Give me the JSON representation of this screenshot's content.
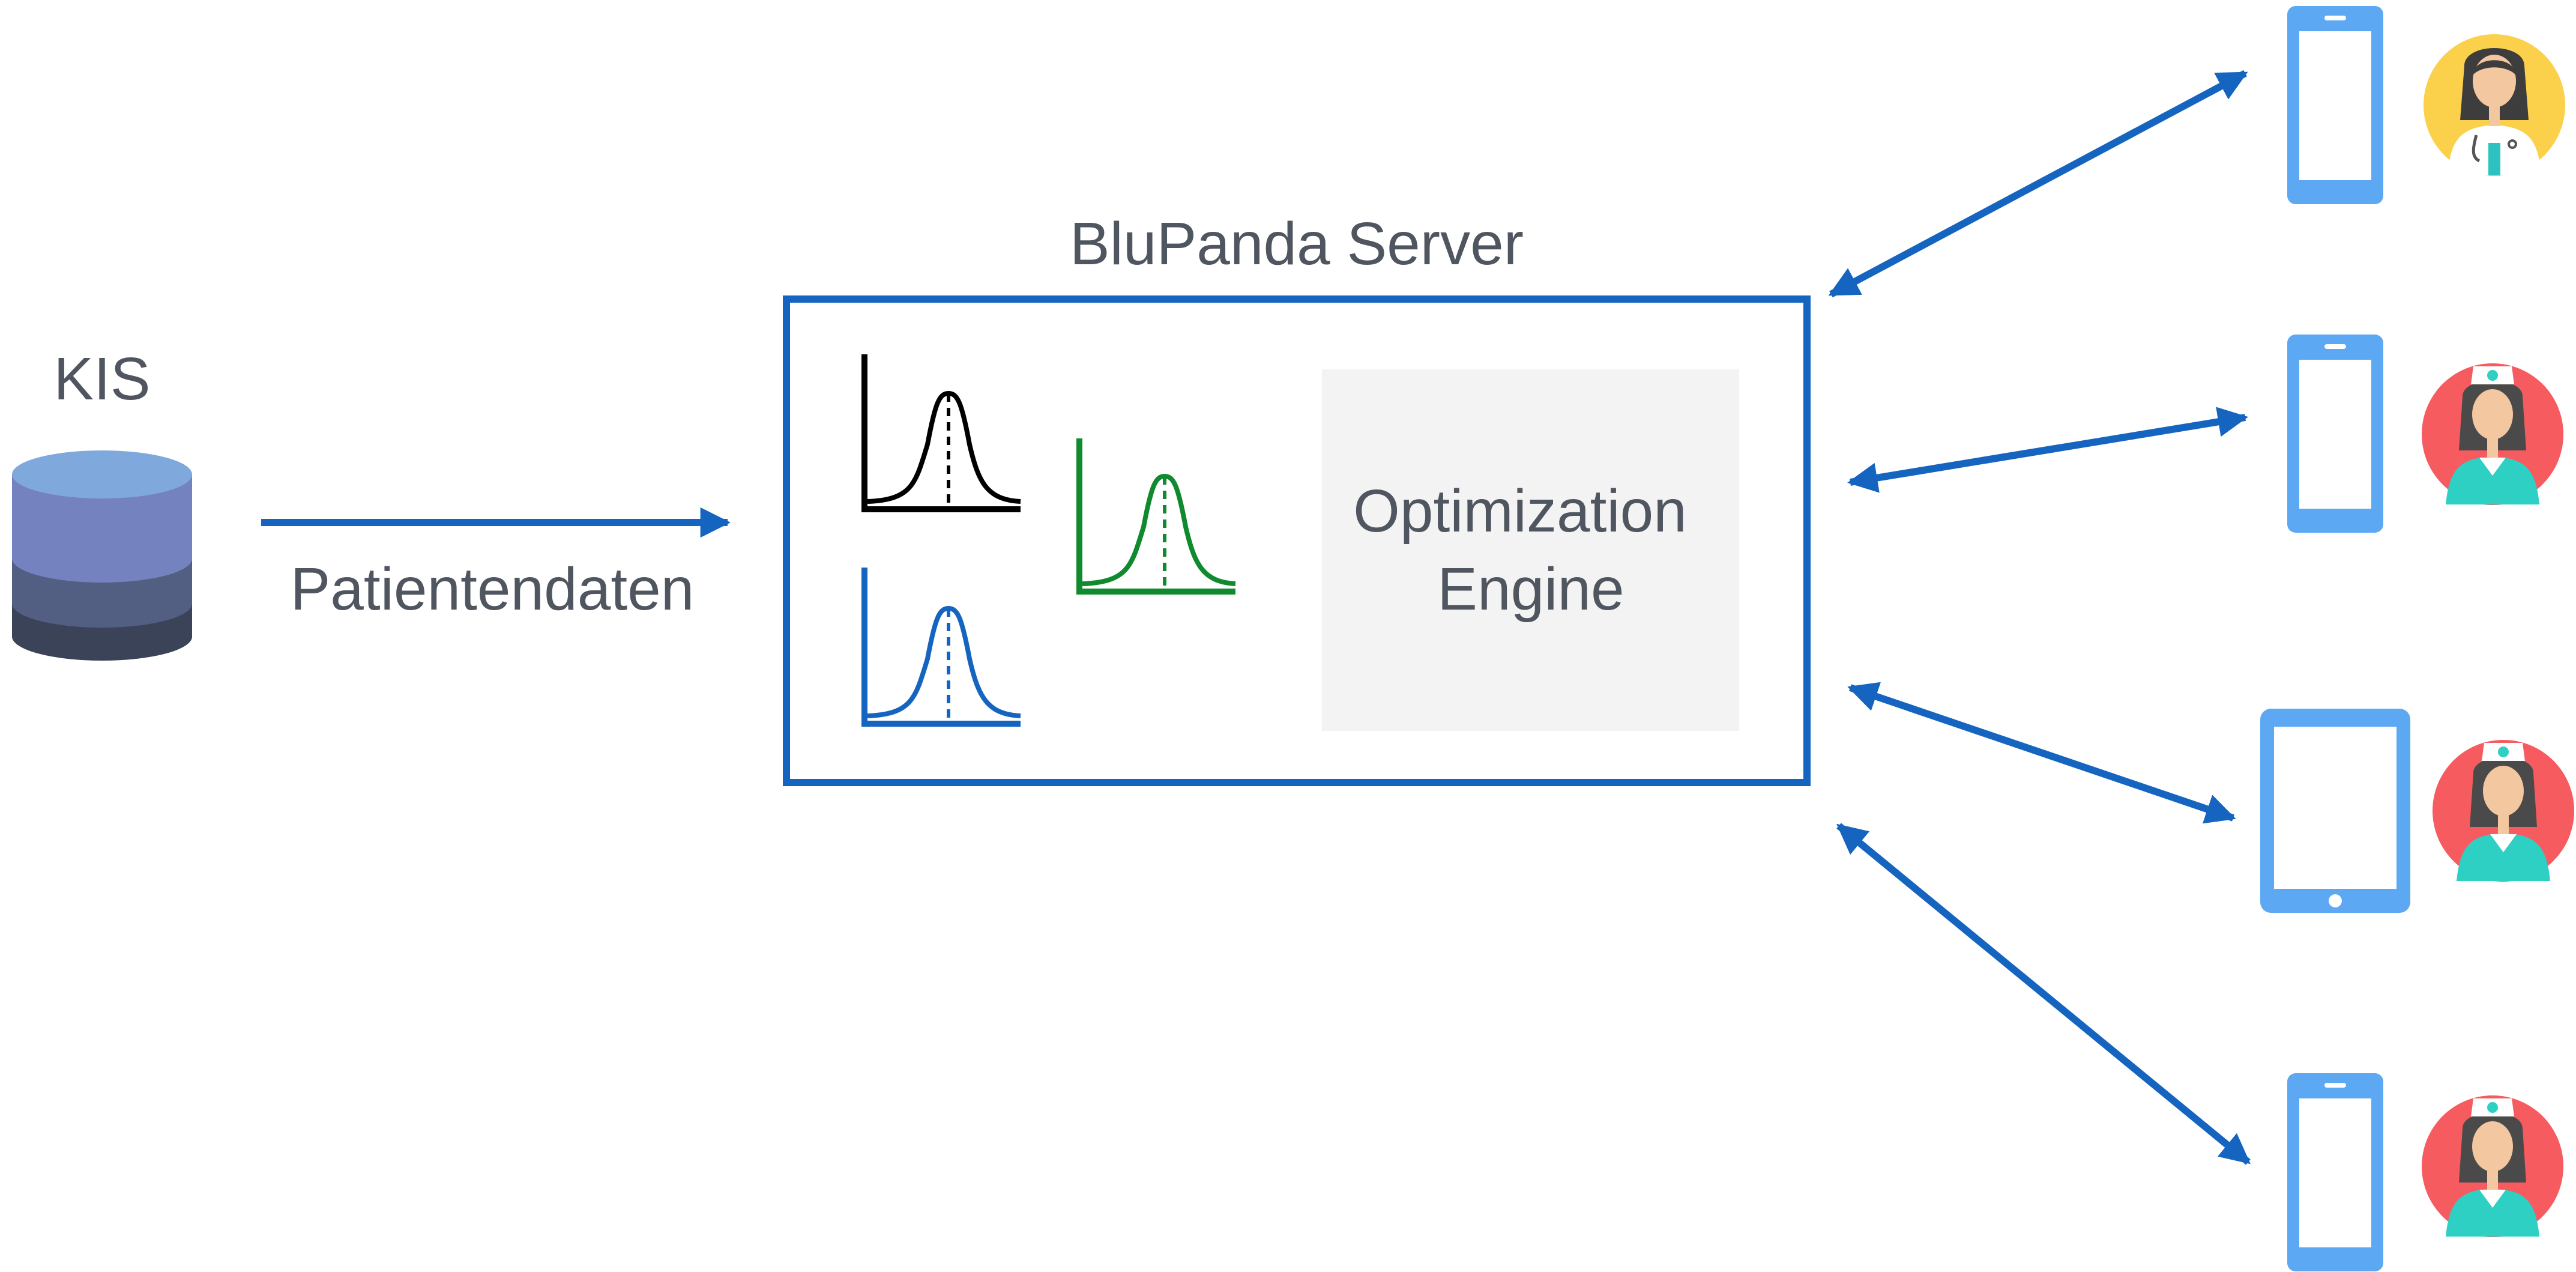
{
  "kis": {
    "label": "KIS"
  },
  "flow": {
    "patient_data_label": "Patientendaten"
  },
  "server": {
    "title": "BluPanda Server",
    "engine_line1": "Optimization",
    "engine_line2": "Engine"
  },
  "colors": {
    "arrow": "#1565c0",
    "server_border": "#1565c0",
    "engine_bg": "#f3f3f3",
    "text": "#505660",
    "curve_black": "#000000",
    "curve_green": "#0f8a2e",
    "curve_blue": "#1565c0",
    "device": "#5ca8f2",
    "doctor_bg": "#fbd14b",
    "nurse_bg": "#f65b5f",
    "db_top": "#7fa8dd",
    "db_band1": "#7582c0",
    "db_band2": "#525f82",
    "db_band3": "#3b4359"
  },
  "clients": [
    {
      "device": "phone",
      "user": "doctor"
    },
    {
      "device": "phone",
      "user": "nurse"
    },
    {
      "device": "tablet",
      "user": "nurse"
    },
    {
      "device": "phone",
      "user": "nurse"
    }
  ]
}
